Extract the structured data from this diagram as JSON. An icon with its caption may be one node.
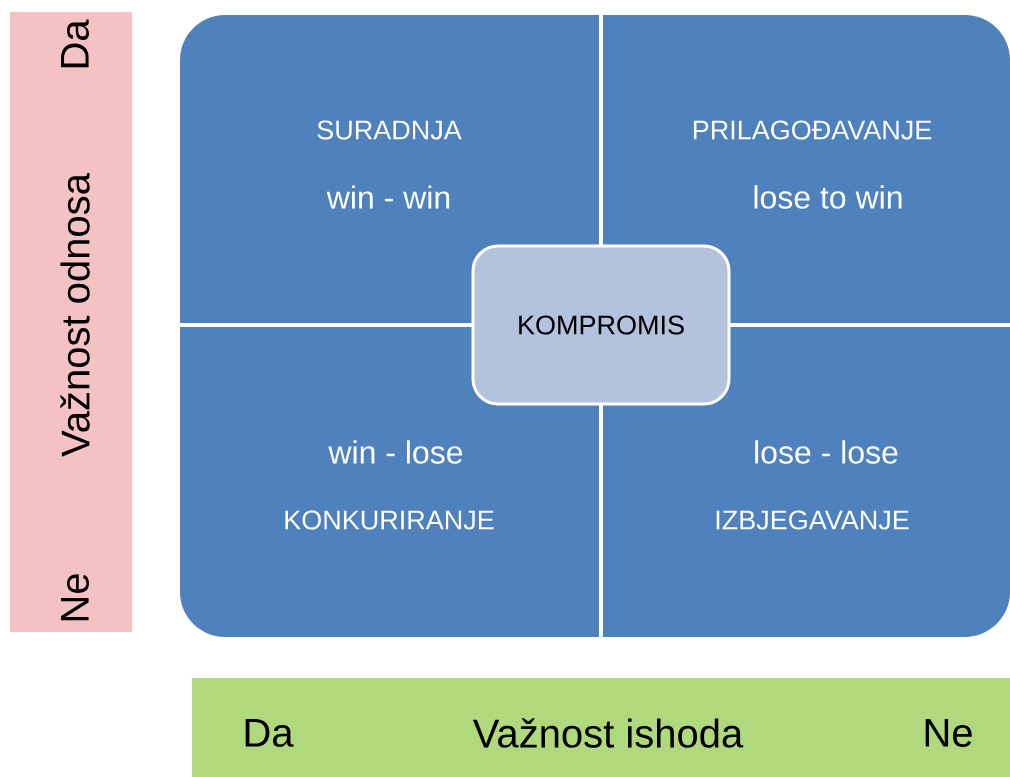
{
  "diagram": {
    "nodes": [
      {
        "text": [
          "SURADNJA",
          "win - win"
        ]
      },
      {
        "text": [
          "PRILAGOĐAVANJE",
          "lose to win"
        ]
      },
      {
        "text": [
          "win - lose",
          "KONKURIRANJE"
        ]
      },
      {
        "text": [
          "lose - lose",
          "IZBJEGAVANJE"
        ]
      },
      {
        "text": [
          "KOMPROMIS"
        ]
      },
      {
        "text": [
          "Da",
          "Važnost odnosa",
          "Ne"
        ]
      },
      {
        "text": [
          "Da",
          "Važnost ishoda",
          "Ne"
        ]
      }
    ]
  }
}
